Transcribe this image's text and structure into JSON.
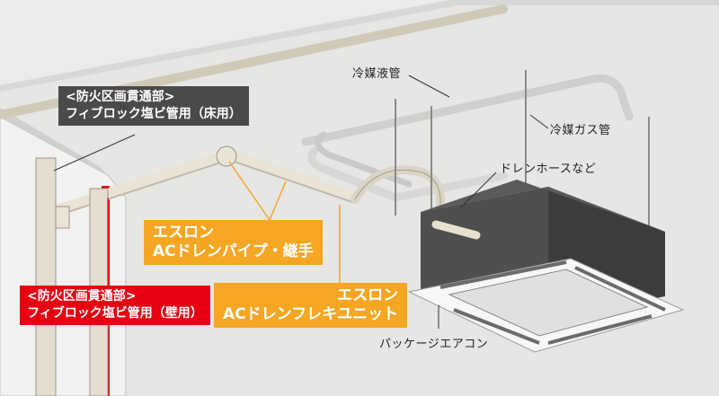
{
  "labels": {
    "floor_penetration_line1": "<防火区画貫通部>",
    "floor_penetration_line2": "フィブロック塩ビ管用（床用）",
    "wall_penetration_line1": "<防火区画貫通部>",
    "wall_penetration_line2": "フィブロック塩ビ管用（壁用）",
    "drain_pipe_line1": "エスロン",
    "drain_pipe_line2": "ACドレンパイプ・継手",
    "drain_flex_line1": "エスロン",
    "drain_flex_line2": "ACドレンフレキユニット",
    "refrigerant_liquid": "冷媒液管",
    "refrigerant_gas": "冷媒ガス管",
    "drain_hose": "ドレンホースなど",
    "package_ac": "パッケージエアコン"
  },
  "colors": {
    "dark_tag": "#4a4a4a",
    "red_tag": "#e60012",
    "orange_tag": "#f5a623",
    "background": "#ebebea"
  }
}
